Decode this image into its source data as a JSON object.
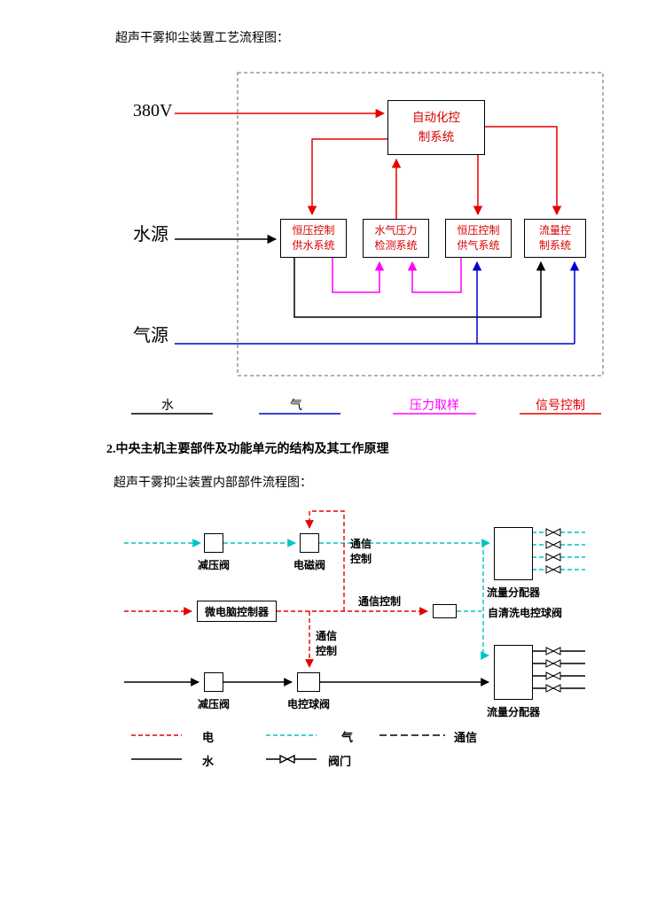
{
  "titles": {
    "flow1": "超声干雾抑尘装置工艺流程图：",
    "section2": "2.中央主机主要部件及功能单元的结构及其工作原理",
    "flow2": "超声干雾抑尘装置内部部件流程图："
  },
  "diagram1": {
    "power_label": "380V",
    "water_source": "水源",
    "gas_source": "气源",
    "auto_control_box": "自动化控\n制系统",
    "water_supply_box": "恒压控制\n供水系统",
    "pressure_detect_box": "水气压力\n检测系统",
    "gas_supply_box": "恒压控制\n供气系统",
    "flow_control_box": "流量控\n制系统",
    "legend": {
      "water": "水",
      "gas": "气",
      "pressure_sampling": "压力取样",
      "signal_control": "信号控制"
    },
    "colors": {
      "water_line": "#000000",
      "gas_line": "#0000cc",
      "pressure_line": "#ff00ff",
      "signal_line": "#e60000"
    }
  },
  "diagram2": {
    "reducer_valve_top": "减压阀",
    "solenoid_valve": "电磁阀",
    "comm_control_top": "通信控制",
    "controller": "微电脑控制器",
    "comm_control_mid": "通信控制",
    "self_clean_valve": "自清洗电控球阀",
    "flow_distributor_top": "流量分配器",
    "comm_control_bottom": "通信控制",
    "reducer_valve_bottom": "减压阀",
    "electric_ball_valve": "电控球阀",
    "flow_distributor_bottom": "流量分配器",
    "legend": {
      "electric": "电",
      "gas": "气",
      "comm": "通信",
      "water": "水",
      "valve": "阀门"
    },
    "colors": {
      "electric_line": "#e60000",
      "gas_line": "#00c3c3",
      "water_line": "#000000"
    }
  }
}
